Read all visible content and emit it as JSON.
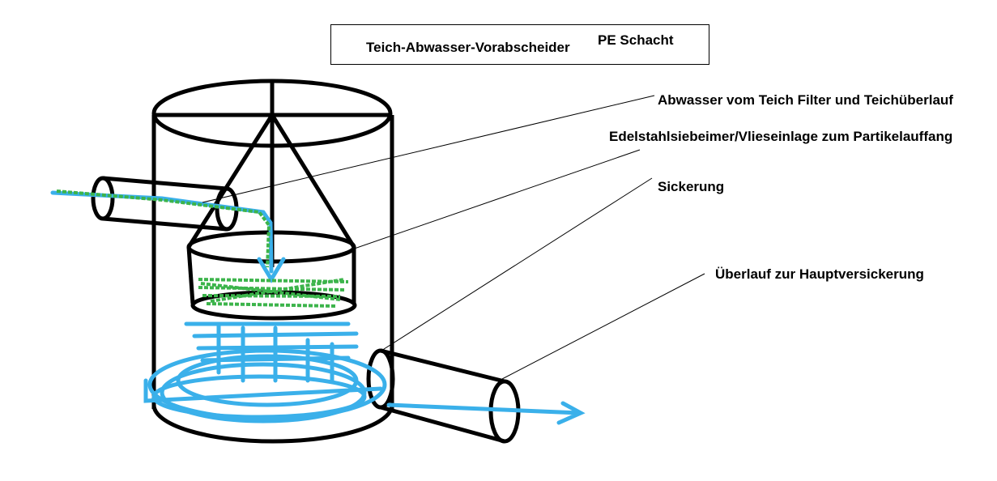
{
  "title": {
    "main": "Teich-Abwasser-Vorabscheider",
    "sub": "PE Schacht"
  },
  "labels": {
    "inlet": "Abwasser vom Teich Filter und Teichüberlauf",
    "bucket": "Edelstahlsiebeimer/Vlieseinlage zum Partikelauffang",
    "seepage": "Sickerung",
    "overflow": "Überlauf zur Hauptversickerung"
  },
  "colors": {
    "water": "#3ab0ea",
    "debris": "#3cb44b",
    "outline": "#000000"
  }
}
